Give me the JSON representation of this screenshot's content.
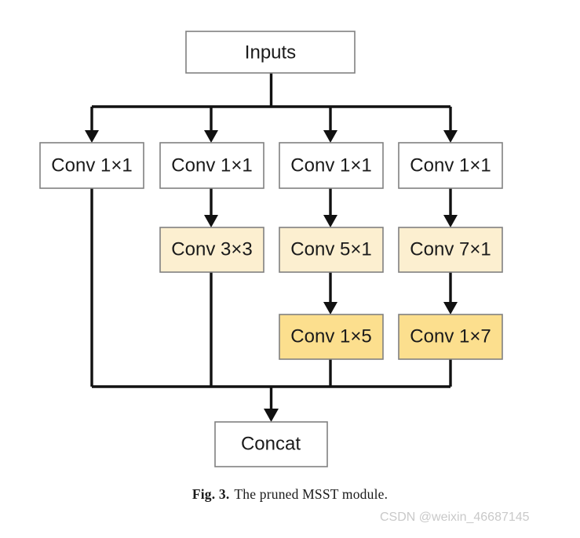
{
  "figure": {
    "caption_prefix": "Fig. 3.",
    "caption_text": "The pruned MSST module.",
    "watermark": "CSDN @weixin_46687145"
  },
  "colors": {
    "box_plain_fill": "#ffffff",
    "box_light_fill": "#fcefd0",
    "box_dark_fill": "#fcdf8e",
    "box_stroke": "#808080",
    "edge_stroke": "#111111",
    "label_text": "#1a1a1a",
    "caption_text": "#1a1a1a",
    "watermark_text": "#c9c9c9"
  },
  "diagram": {
    "type": "flowchart",
    "title": "The pruned MSST module",
    "input_node": {
      "label": "Inputs"
    },
    "output_node": {
      "label": "Concat"
    },
    "branches": [
      {
        "name": "branch-1",
        "stages": [
          {
            "label": "Conv 1×1",
            "fill": "plain"
          }
        ]
      },
      {
        "name": "branch-2",
        "stages": [
          {
            "label": "Conv 1×1",
            "fill": "plain"
          },
          {
            "label": "Conv 3×3",
            "fill": "light"
          }
        ]
      },
      {
        "name": "branch-3",
        "stages": [
          {
            "label": "Conv 1×1",
            "fill": "plain"
          },
          {
            "label": "Conv 5×1",
            "fill": "light"
          },
          {
            "label": "Conv 1×5",
            "fill": "dark"
          }
        ]
      },
      {
        "name": "branch-4",
        "stages": [
          {
            "label": "Conv 1×1",
            "fill": "plain"
          },
          {
            "label": "Conv 7×1",
            "fill": "light"
          },
          {
            "label": "Conv 1×7",
            "fill": "dark"
          }
        ]
      }
    ]
  }
}
